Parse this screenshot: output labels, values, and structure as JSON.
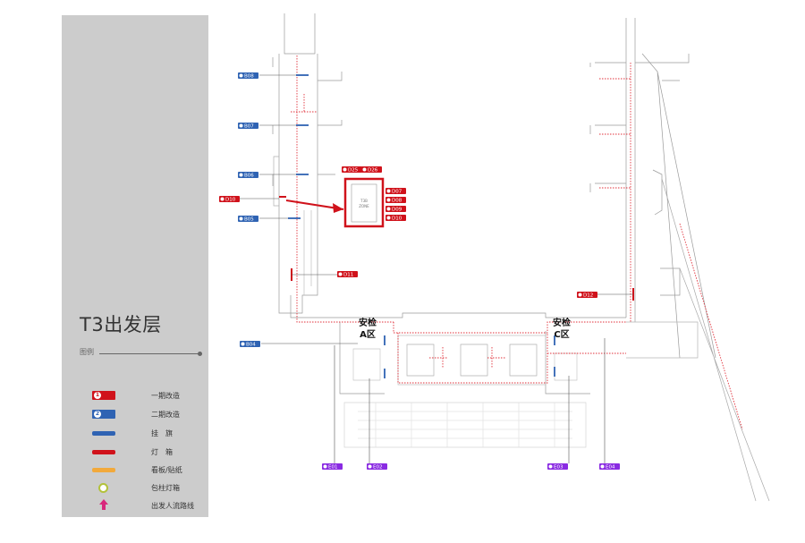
{
  "title": "T3出发层",
  "legend": {
    "label": "图例",
    "items": [
      {
        "text": "一期改造",
        "kind": "badge",
        "color": "#d0121b",
        "num": "1"
      },
      {
        "text": "二期改造",
        "kind": "badge",
        "color": "#2f63b3",
        "num": "2"
      },
      {
        "text": "挂　旗",
        "kind": "bar",
        "color": "#2f63b3"
      },
      {
        "text": "灯　箱",
        "kind": "bar",
        "color": "#d0121b"
      },
      {
        "text": "看板/贴纸",
        "kind": "bar",
        "color": "#f2a93b"
      },
      {
        "text": "包柱灯箱",
        "kind": "ring",
        "color": "#b3c23a"
      },
      {
        "text": "出发人流路线",
        "kind": "arrow",
        "color": "#d8287c"
      }
    ]
  },
  "zones": {
    "a_line1": "安检",
    "a_line2": "A区",
    "c_line1": "安检",
    "c_line2": "C区"
  },
  "colors": {
    "red": "#d0121b",
    "blue": "#2f63b3",
    "purple": "#8a2be2",
    "flow": "#e0303a",
    "struct": "#9a9a9a"
  },
  "tags": {
    "blue_1": "B08",
    "blue_2": "B07",
    "blue_3": "B06",
    "blue_4": "B05",
    "blue_5": "B04",
    "red_1": "D10",
    "red_2": "D25",
    "red_3": "D26",
    "red_4": "D07",
    "red_5": "D08",
    "red_6": "D09",
    "red_7": "D10",
    "red_8": "D11",
    "red_9": "D12",
    "purple_1": "E01",
    "purple_2": "E02",
    "purple_3": "E03",
    "purple_4": "E04"
  }
}
